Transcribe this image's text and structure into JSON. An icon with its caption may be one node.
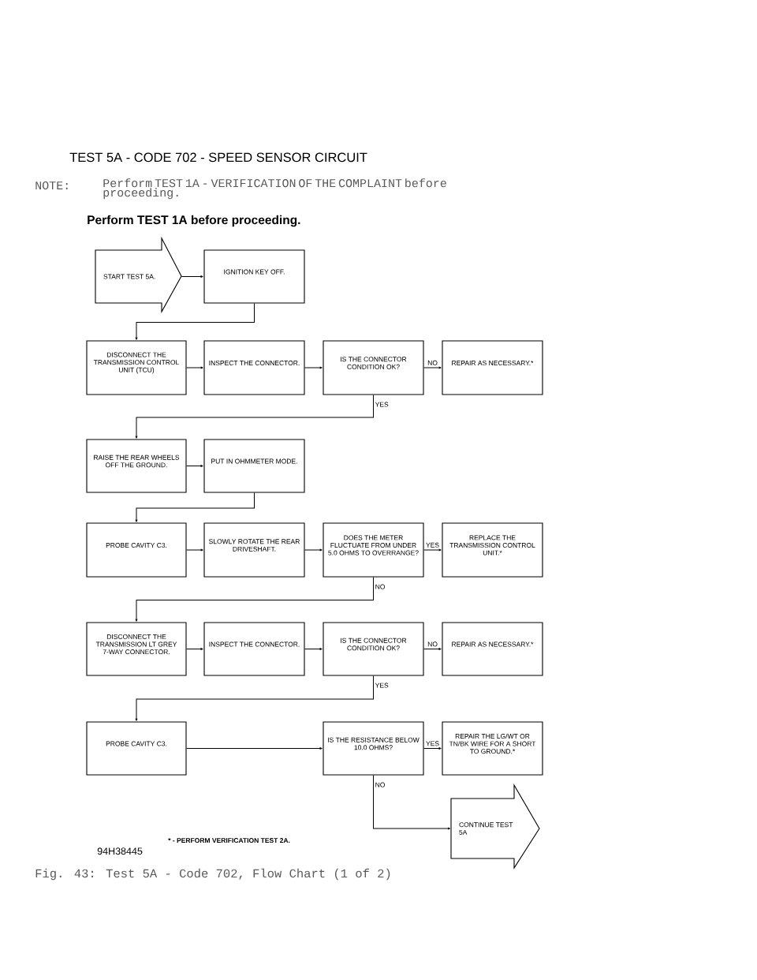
{
  "diagram": {
    "title": "TEST 5A - CODE 702 - SPEED SENSOR CIRCUIT",
    "caption": "Fig. 43:  Test 5A - Code 702, Flow Chart (1 of 2)",
    "nodes": [
      {
        "text": [
          "START TEST 5A."
        ]
      },
      {
        "text": [
          "IGNITION KEY OFF."
        ]
      },
      {
        "text": [
          "DISCONNECT THE TRANSMISSION CONTROL UNIT (TCU)"
        ]
      },
      {
        "text": [
          "INSPECT THE CONNECTOR."
        ]
      },
      {
        "text": [
          "IS THE CONNECTOR CONDITION OK?"
        ]
      },
      {
        "text": [
          "REPAIR AS NECESSARY.*"
        ]
      },
      {
        "text": [
          "RAISE THE REAR WHEELS OFF THE GROUND."
        ]
      },
      {
        "text": [
          "PUT IN OHMMETER MODE."
        ]
      },
      {
        "text": [
          "PROBE CAVITY C3."
        ]
      },
      {
        "text": [
          "SLOWLY ROTATE THE REAR DRIVESHAFT."
        ]
      },
      {
        "text": [
          "DOES THE METER FLUCTUATE FROM UNDER 5.0 OHMS TO OVERRANGE?"
        ]
      },
      {
        "text": [
          "REPLACE THE TRANSMISSION CONTROL UNIT.*"
        ]
      },
      {
        "text": [
          "DISCONNECT THE TRANSMISSION LT GREY 7-WAY CONNECTOR."
        ]
      },
      {
        "text": [
          "INSPECT THE CONNECTOR."
        ]
      },
      {
        "text": [
          "IS THE CONNECTOR CONDITION OK?"
        ]
      },
      {
        "text": [
          "REPAIR AS NECESSARY.*"
        ]
      },
      {
        "text": [
          "PROBE CAVITY C3."
        ]
      },
      {
        "text": [
          "IS THE RESISTANCE BELOW 10.0 OHMS?"
        ]
      },
      {
        "text": [
          "REPAIR THE LG/WT OR TN/BK WIRE FOR A SHORT TO GROUND.*"
        ]
      },
      {
        "text": [
          "CONTINUE TEST 5A"
        ]
      }
    ],
    "edges": [
      {
        "from": 0,
        "to": 1,
        "arrow": "to"
      },
      {
        "from": 1,
        "to": 2,
        "arrow": "to"
      },
      {
        "from": 2,
        "to": 3,
        "arrow": "to"
      },
      {
        "from": 3,
        "to": 4,
        "arrow": "to"
      },
      {
        "from": 4,
        "to": 5,
        "arrow": "to",
        "label": "NO"
      },
      {
        "from": 4,
        "to": 6,
        "arrow": "to",
        "label": "YES"
      },
      {
        "from": 6,
        "to": 7,
        "arrow": "to"
      },
      {
        "from": 7,
        "to": 8,
        "arrow": "to"
      },
      {
        "from": 8,
        "to": 9,
        "arrow": "to"
      },
      {
        "from": 9,
        "to": 10,
        "arrow": "to"
      },
      {
        "from": 10,
        "to": 11,
        "arrow": "to",
        "label": "YES"
      },
      {
        "from": 10,
        "to": 12,
        "arrow": "to",
        "label": "NO"
      },
      {
        "from": 12,
        "to": 13,
        "arrow": "to"
      },
      {
        "from": 13,
        "to": 14,
        "arrow": "to"
      },
      {
        "from": 14,
        "to": 15,
        "arrow": "to",
        "label": "NO"
      },
      {
        "from": 14,
        "to": 16,
        "arrow": "to",
        "label": "YES"
      },
      {
        "from": 16,
        "to": 17,
        "arrow": "to"
      },
      {
        "from": 17,
        "to": 18,
        "arrow": "to",
        "label": "YES"
      },
      {
        "from": 17,
        "to": 19,
        "arrow": "to",
        "label": "NO"
      }
    ],
    "labels": [
      "NOTE:",
      "Perform TEST 1A - VERIFICATION OF THE COMPLAINT before proceeding.",
      "Perform TEST 1A before proceeding.",
      "* - PERFORM VERIFICATION TEST 2A.",
      "94H38445"
    ]
  }
}
